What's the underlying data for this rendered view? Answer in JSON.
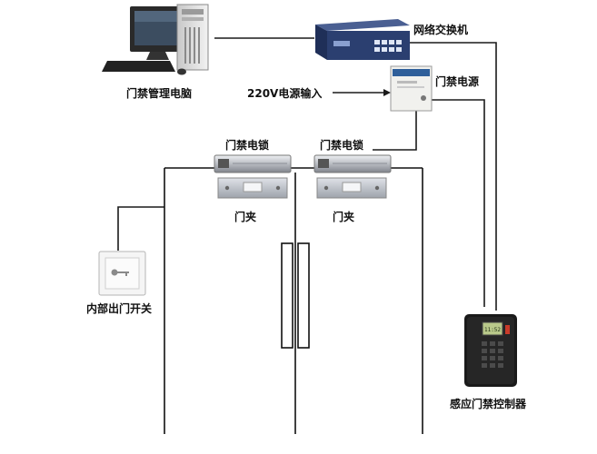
{
  "devices": {
    "computer": {
      "label": "门禁管理电脑"
    },
    "switch": {
      "label": "网络交换机"
    },
    "power_supply": {
      "label": "门禁电源"
    },
    "power_input": {
      "label": "220V电源输入"
    },
    "lock_left": {
      "label": "门禁电锁",
      "bracket_label": "门夹"
    },
    "lock_right": {
      "label": "门禁电锁",
      "bracket_label": "门夹"
    },
    "exit_button": {
      "label": "内部出门开关"
    },
    "controller": {
      "label": "感应门禁控制器",
      "screen_text": "11:52"
    }
  },
  "colors": {
    "wire": "#1a1a1a",
    "switch_body": "#2b3f70",
    "controller_body": "#1a1a1a",
    "lock_metal": "#b9bcc2"
  }
}
